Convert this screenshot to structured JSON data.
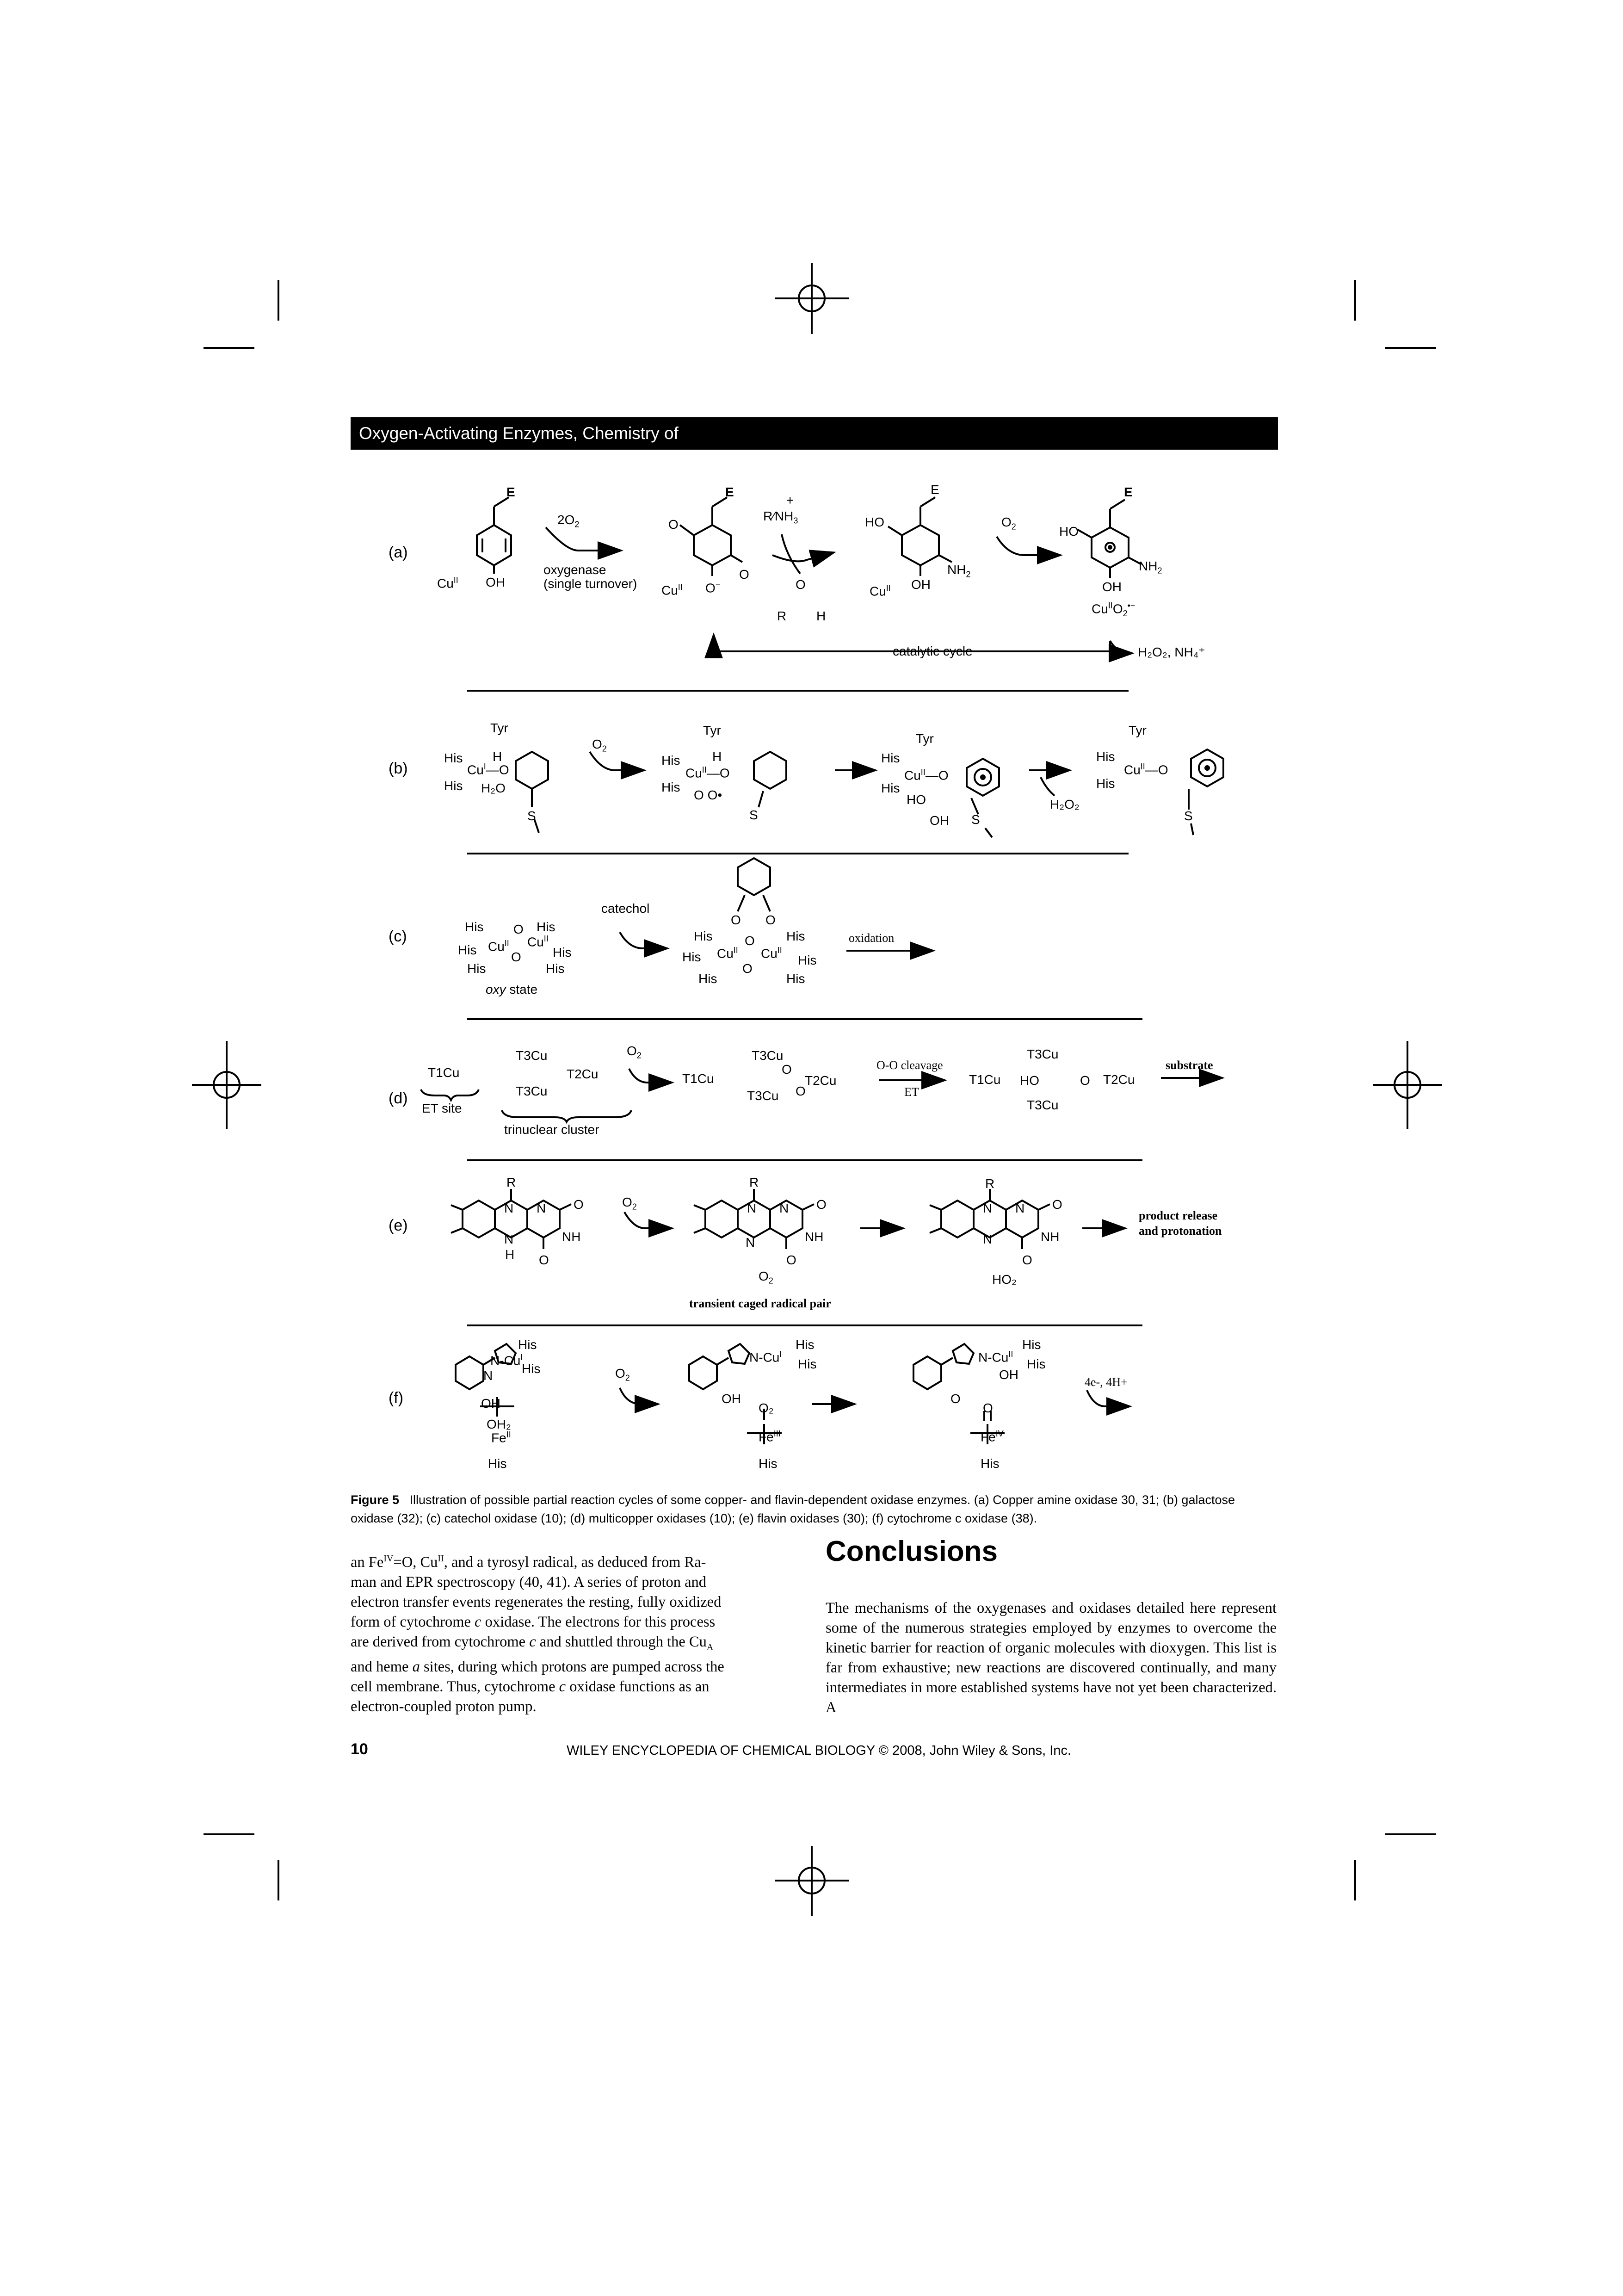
{
  "running_header": "Oxygen-Activating Enzymes, Chemistry of",
  "scheme": {
    "a": {
      "label": "(a)",
      "reactant_E": "E",
      "reactant_cu": "Cu",
      "reactant_cu_ox": "II",
      "reactant_oh": "OH",
      "reagent": "2O",
      "reagent_sub": "2",
      "arrow_label1": "oxygenase",
      "arrow_label2": "(single turnover)",
      "topa_E": "E",
      "topa_cu": "Cu",
      "topa_cu_ox": "II",
      "topa_o": "O",
      "amine": "R⁄NH",
      "amine_sub": "3",
      "amine_plus": "+",
      "aldehyde_r": "R",
      "aldehyde_h": "H",
      "aldehyde_o": "O",
      "tpq_E": "E",
      "tpq_ho": "HO",
      "tpq_nh2": "NH",
      "tpq_oh": "OH",
      "tpq_cu": "Cu",
      "tpq_cu_ox": "II",
      "o2": "O",
      "o2_sub": "2",
      "rad_E": "E",
      "rad_ho": "HO",
      "rad_nh2": "NH",
      "rad_oh": "OH",
      "rad_cuo2": "Cu",
      "cycle_label": "catalytic cycle",
      "products": "H₂O₂, NH₄⁺"
    },
    "b": {
      "label": "(b)",
      "tyr": "Tyr",
      "his": "His",
      "cu": "Cu",
      "h": "H",
      "h2o": "H₂O",
      "s": "S",
      "o": "O",
      "o2": "O",
      "o2_sub": "2",
      "ho": "HO",
      "oh": "OH",
      "h2o2": "H₂O₂"
    },
    "c": {
      "label": "(c)",
      "his": "His",
      "cu": "Cu",
      "o": "O",
      "oxy_state": "oxy",
      "oxy_state_suffix": "state",
      "catechol": "catechol",
      "oxidation": "oxidation"
    },
    "d": {
      "label": "(d)",
      "t1": "T1Cu",
      "t2": "T2Cu",
      "t3": "T3Cu",
      "et_site": "ET site",
      "trinuclear": "trinuclear cluster",
      "o2": "O",
      "o2_sub": "2",
      "oo_cleavage": "O-O cleavage",
      "et": "ET",
      "substrate": "substrate",
      "ho": "HO",
      "o": "O"
    },
    "e": {
      "label": "(e)",
      "r": "R",
      "n": "N",
      "nh": "NH",
      "h": "H",
      "o": "O",
      "o2": "O",
      "o2_sub": "2",
      "caged": "transient caged radical pair",
      "ho2": "HO₂",
      "release1": "product release",
      "release2": "and protonation"
    },
    "f": {
      "label": "(f)",
      "his": "His",
      "cu": "Cu",
      "n": "N",
      "oh": "OH",
      "oh2": "OH₂",
      "fe": "Fe",
      "o": "O",
      "o2": "O₂",
      "four_e": "4e-, 4H+"
    }
  },
  "figure": {
    "number": "Figure 5",
    "caption": "Illustration of possible partial reaction cycles of some copper- and flavin-dependent oxidase enzymes. (a) Copper amine oxidase 30, 31; (b) galactose oxidase (32); (c) catechol oxidase (10); (d) multicopper oxidases (10); (e) flavin oxidases (30); (f) cytochrome c oxidase (38)."
  },
  "left_column": {
    "lines": [
      "an Fe^IV=O, Cu^II, and a tyrosyl radical, as deduced from Ra-",
      "man and EPR spectroscopy (40, 41). A series of proton and",
      "electron transfer events regenerates the resting, fully oxidized",
      "form of cytochrome c oxidase. The electrons for this process",
      "are derived from cytochrome c and shuttled through the CuA",
      "and heme a sites, during which protons are pumped across the",
      "cell membrane. Thus, cytochrome c oxidase functions as an",
      "electron-coupled proton pump."
    ]
  },
  "right_column": {
    "heading": "Conclusions",
    "paragraph": "The mechanisms of the oxygenases and oxidases detailed here represent some of the numerous strategies employed by enzymes to overcome the kinetic barrier for reaction of organic molecules with dioxygen. This list is far from exhaustive; new reactions are discovered continually, and many intermediates in more established systems have not yet been characterized. A"
  },
  "footer": {
    "page_number": "10",
    "publication": "WILEY ENCYCLOPEDIA OF CHEMICAL BIOLOGY © 2008, John Wiley & Sons, Inc."
  }
}
